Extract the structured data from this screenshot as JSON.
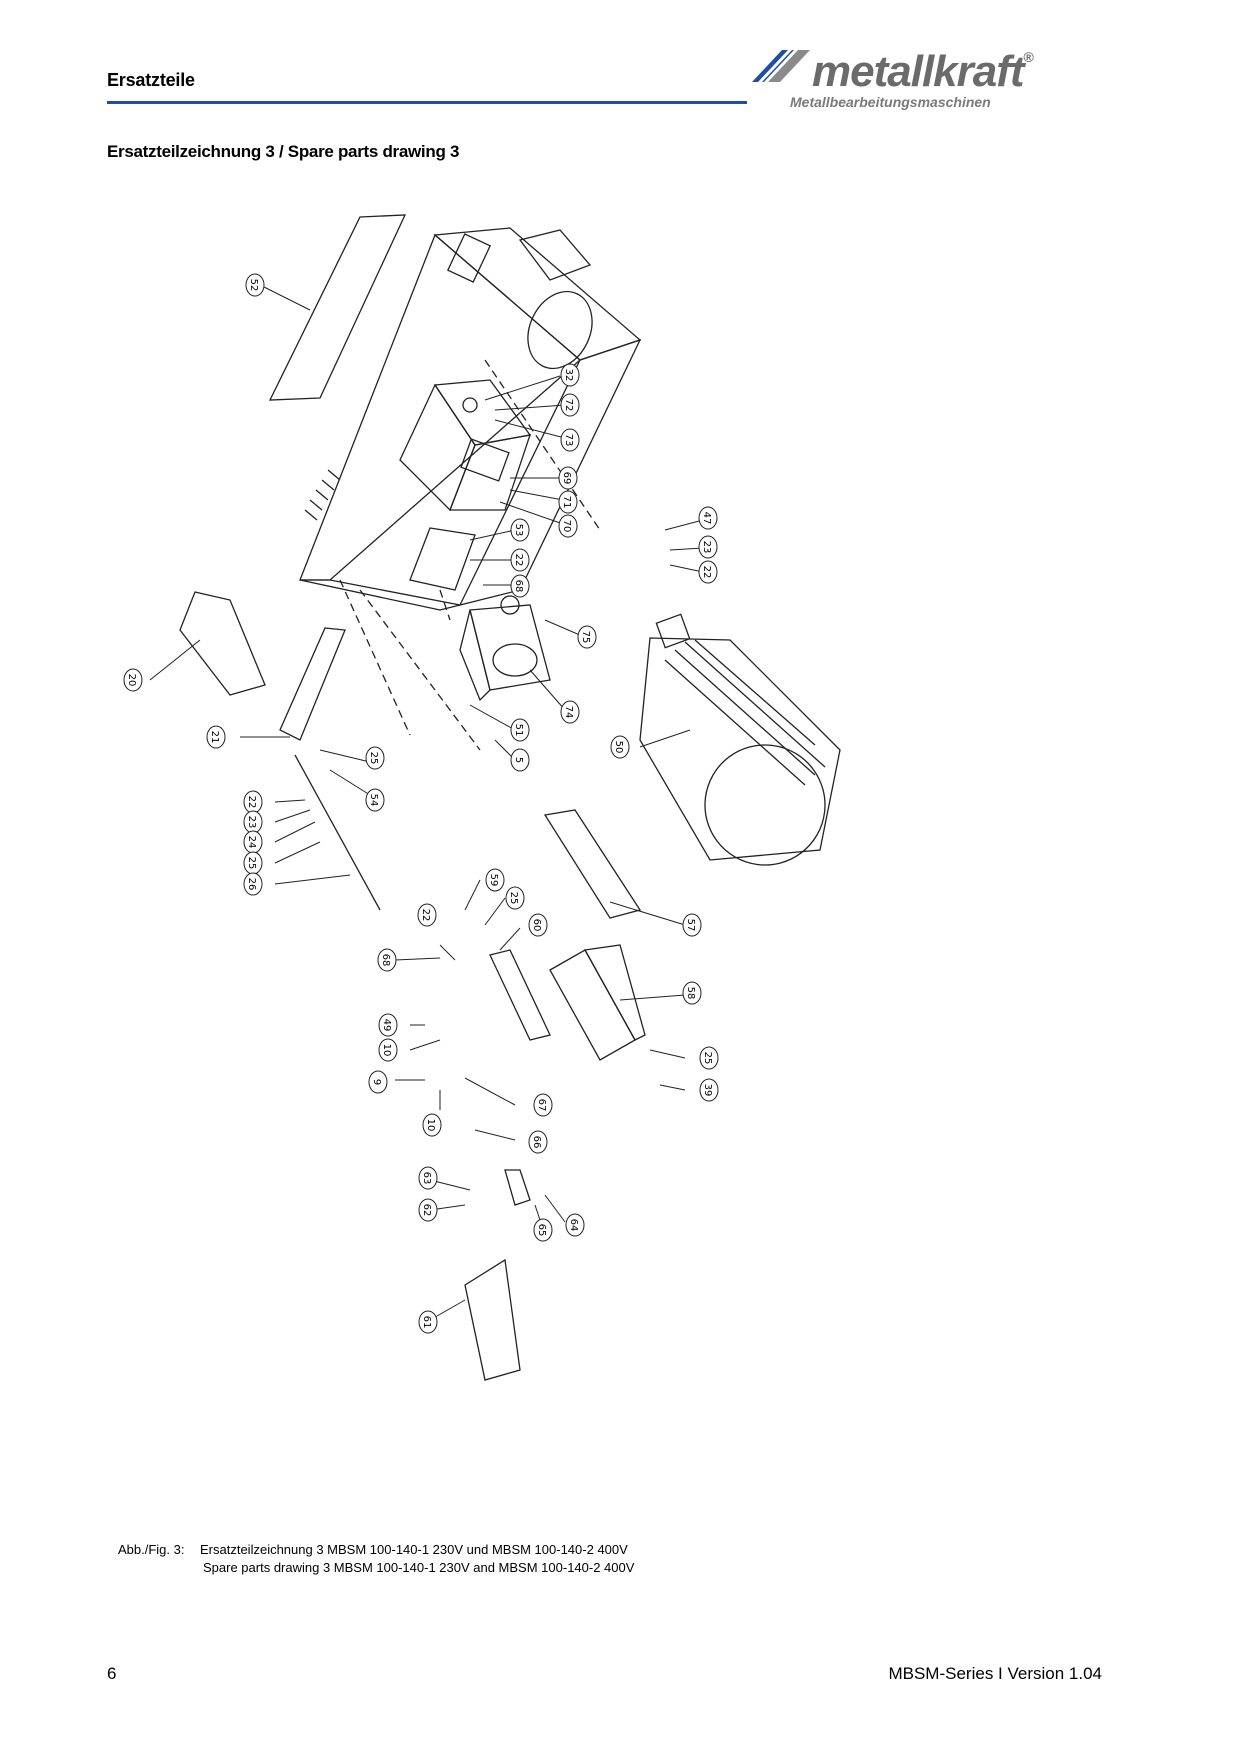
{
  "header": {
    "title": "Ersatzteile",
    "logo_word": "metallkraft",
    "logo_mark": "®",
    "logo_tagline": "Metallbearbeitungsmaschinen",
    "rule_color": "#1f4ea3"
  },
  "section_title": "Ersatzteilzeichnung 3 / Spare parts drawing 3",
  "drawing": {
    "part_labels": [
      "52",
      "32",
      "72",
      "73",
      "69",
      "71",
      "70",
      "53",
      "22",
      "68",
      "47",
      "23",
      "22",
      "75",
      "74",
      "20",
      "21",
      "51",
      "5",
      "25",
      "54",
      "50",
      "22",
      "23",
      "24",
      "25",
      "26",
      "57",
      "59",
      "25",
      "60",
      "22",
      "68",
      "58",
      "49",
      "10",
      "9",
      "10",
      "67",
      "66",
      "25",
      "39",
      "63",
      "62",
      "65",
      "64",
      "61"
    ]
  },
  "caption": {
    "label": "Abb./Fig. 3:",
    "line1": "Ersatzteilzeichnung 3 MBSM 100-140-1 230V und MBSM 100-140-2 400V",
    "line2": "Spare parts drawing 3 MBSM 100-140-1 230V and MBSM 100-140-2 400V"
  },
  "footer": {
    "page_number": "6",
    "version": "MBSM-Series I Version 1.04"
  }
}
